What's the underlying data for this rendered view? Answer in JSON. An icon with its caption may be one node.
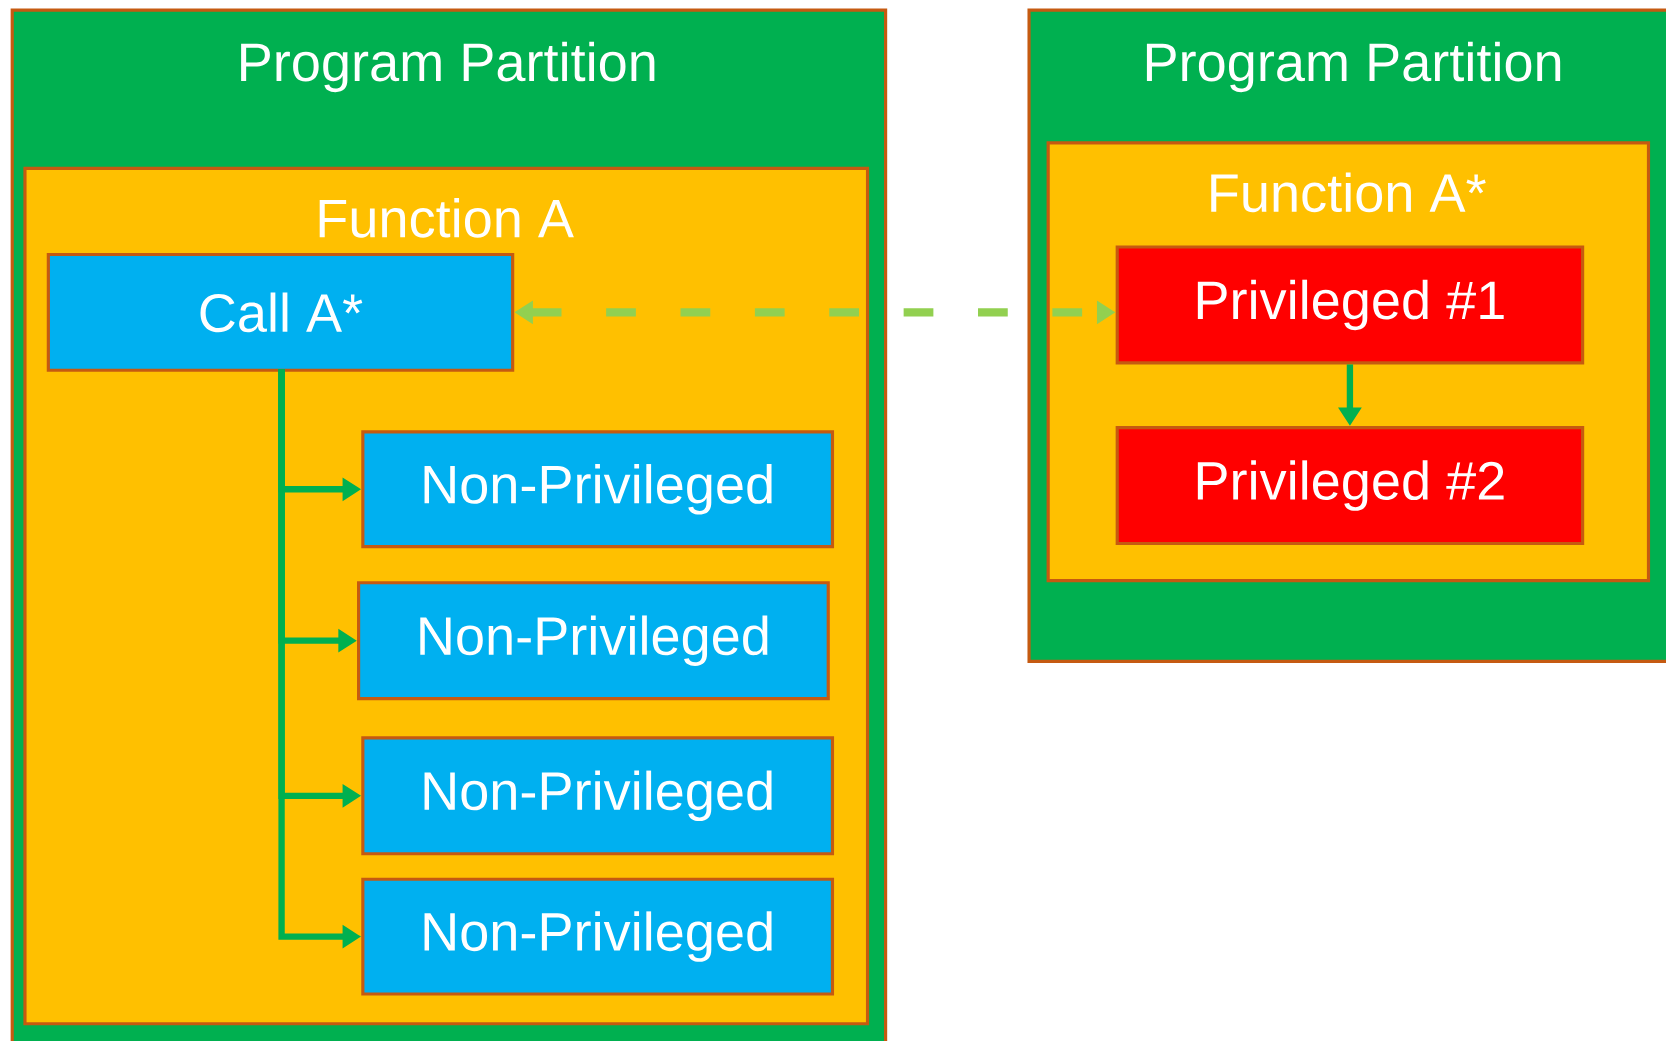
{
  "diagram": {
    "nodes": [
      {
        "text": [
          "Program Partition"
        ]
      },
      {
        "text": [
          "Function A"
        ],
        "in": 0
      },
      {
        "text": [
          "Call A*"
        ],
        "in": 1
      },
      {
        "text": [
          "Non-Privileged"
        ],
        "in": 1
      },
      {
        "text": [
          "Non-Privileged"
        ],
        "in": 1
      },
      {
        "text": [
          "Non-Privileged"
        ],
        "in": 1
      },
      {
        "text": [
          "Non-Privileged"
        ],
        "in": 1
      },
      {
        "text": [
          "Program Partition"
        ]
      },
      {
        "text": [
          "Function A*"
        ],
        "in": 7
      },
      {
        "text": [
          "Privileged #1"
        ],
        "in": 8
      },
      {
        "text": [
          "Privileged #2"
        ],
        "in": 8
      }
    ],
    "edges": [
      {
        "from": 2,
        "to": 3,
        "arrow": "to"
      },
      {
        "from": 2,
        "to": 4,
        "arrow": "to"
      },
      {
        "from": 2,
        "to": 5,
        "arrow": "to"
      },
      {
        "from": 2,
        "to": 6,
        "arrow": "to"
      },
      {
        "from": 2,
        "to": 9,
        "arrow": "both",
        "style": "dashed",
        "color": "#92d050"
      },
      {
        "from": 9,
        "to": 10,
        "arrow": "to"
      }
    ]
  }
}
